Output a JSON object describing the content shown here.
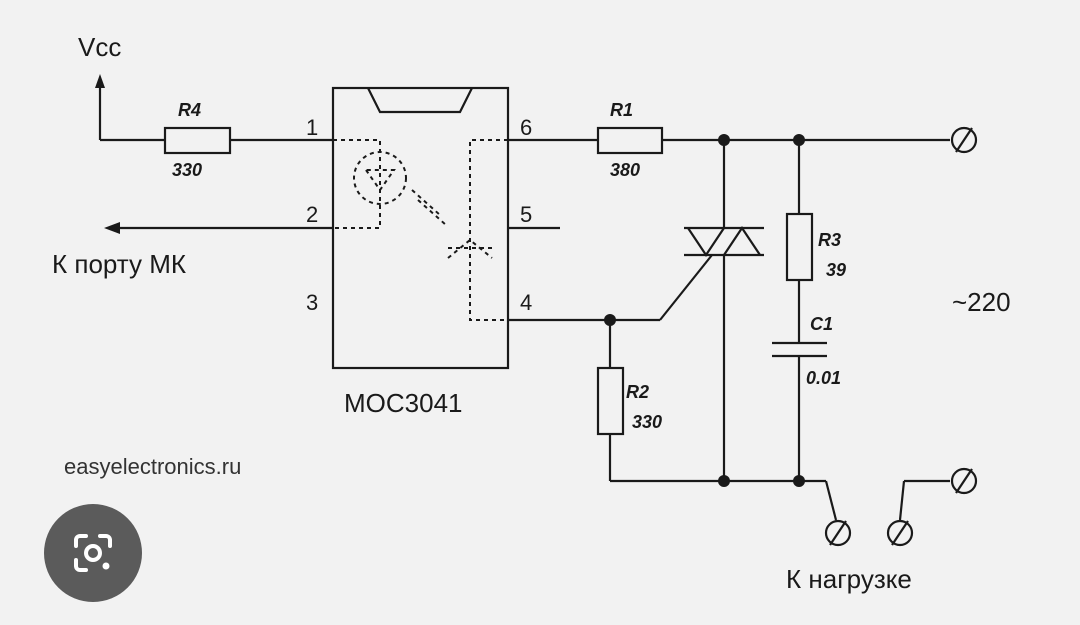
{
  "labels": {
    "vcc": "Vcc",
    "to_port": "К порту МК",
    "chip": "MOC3041",
    "site": "easyelectronics.ru",
    "mains": "~220",
    "to_load": "К нагрузке"
  },
  "pins": [
    "1",
    "2",
    "3",
    "4",
    "5",
    "6"
  ],
  "components": {
    "r4": {
      "ref": "R4",
      "value": "330"
    },
    "r1": {
      "ref": "R1",
      "value": "380"
    },
    "r3": {
      "ref": "R3",
      "value": "39"
    },
    "c1": {
      "ref": "C1",
      "value": "0.01"
    },
    "r2": {
      "ref": "R2",
      "value": "330"
    }
  },
  "icons": {
    "lens": "google-lens-icon"
  }
}
